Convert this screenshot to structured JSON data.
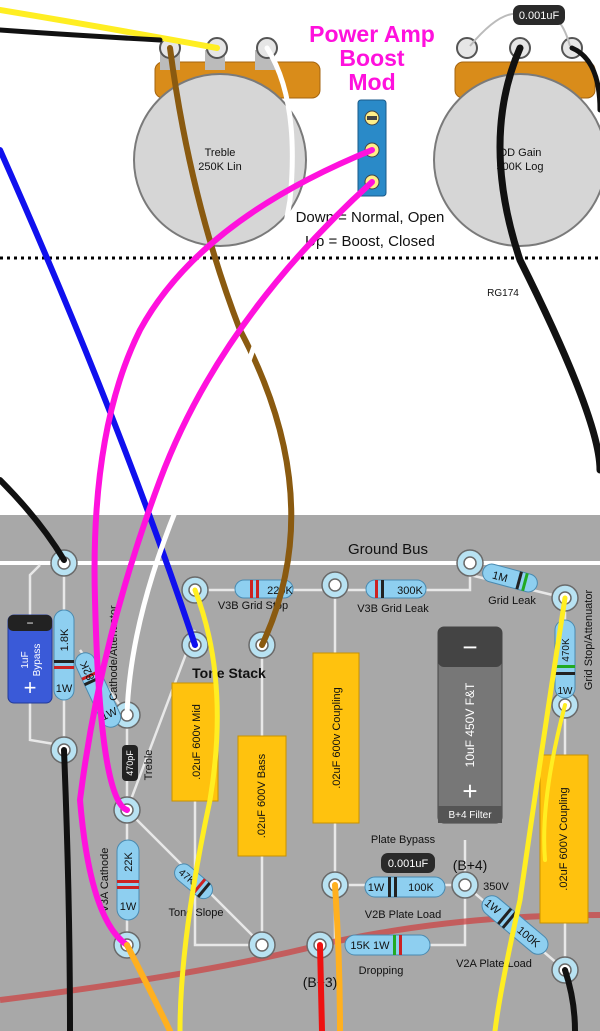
{
  "title": {
    "line1": "Power Amp",
    "line2": "Boost",
    "line3": "Mod"
  },
  "mod_text": {
    "line1": "Down = Normal, Open",
    "line2": "Up = Boost, Closed"
  },
  "pots": {
    "treble": {
      "name": "Treble",
      "value": "250K Lin"
    },
    "od_gain": {
      "name": "OD Gain",
      "value": "500K Log"
    }
  },
  "top_cap": "0.001uF",
  "board_id": "RG174",
  "ground_bus": "Ground Bus",
  "tone_stack": "Tone Stack",
  "resistors": {
    "r220k": "220K",
    "r300k": "300K",
    "r1m": "1M",
    "r1_8k": "1.8K",
    "r82k": "82K",
    "r1w_a": "1W",
    "r1w_b": "1W",
    "r22k": "22K",
    "r1w_c": "1W",
    "r47k": "47K",
    "r470k": "470K",
    "r1w_d": "1W",
    "r100k_a": "100K",
    "r1w_e": "1W",
    "r15k": "15K 1W",
    "r100k_b": "100K",
    "r1w_f": "1W"
  },
  "labels": {
    "v3b_grid_stop": "V3B Grid Stop",
    "v3b_grid_leak": "V3B Grid Leak",
    "grid_leak": "Grid Leak",
    "grid_stop_attenuator": "Grid Stop/Attenuator",
    "cathode_attenuator": "Cathode/Attenuator",
    "v3a_cathode": "V3A Cathode",
    "tone_slope": "Tone Slope",
    "plate_bypass": "Plate Bypass",
    "v2b_plate_load": "V2B Plate Load",
    "v2a_plate_load": "V2A Plate Load",
    "dropping": "Dropping",
    "b4": "(B+4)",
    "b3": "(B+3)",
    "v350": "350V"
  },
  "caps": {
    "bypass_value": "1uF",
    "bypass_label": "Bypass",
    "mid": ".02uF 600v Mid",
    "bass": ".02uF 600V Bass",
    "coupling1": ".02uF 600v Coupling",
    "coupling2": ".02uF 600V Coupling",
    "filter_value": "10uF 450V F&T",
    "filter_label": "B+4 Filter",
    "treble_cap": "470pF",
    "treble_cap_label": "Treble",
    "plate_bypass_cap": "0.001uF"
  },
  "colors": {
    "board": "#a8a8a8",
    "magenta": "#ff11dd",
    "yellow": "#ffee22",
    "brown": "#8a5a10",
    "blue": "#1010ee",
    "orange_cap": "#ffc20e",
    "pot": "#d6d6d6",
    "pot_ring": "#d98c1a",
    "turret": "#b8e2f2"
  }
}
